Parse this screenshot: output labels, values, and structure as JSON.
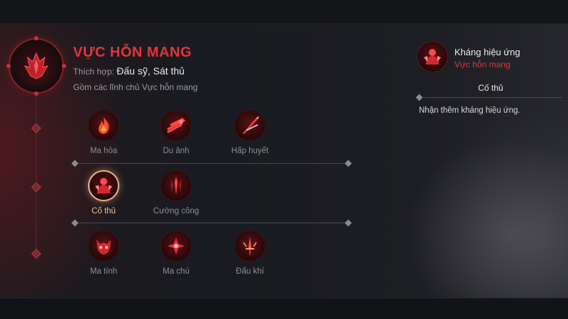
{
  "class_info": {
    "title": "VỰC HỖN MANG",
    "suitable_label": "Thích hợp:",
    "suitable_roles": "Đấu sỹ, Sát thủ",
    "description": "Gồm các lĩnh chủ Vực hỗn mang"
  },
  "skills": [
    [
      {
        "label": "Ma hỏa",
        "icon": "fire-icon"
      },
      {
        "label": "Du ảnh",
        "icon": "dash-icon"
      },
      {
        "label": "Hấp huyết",
        "icon": "blade-icon"
      }
    ],
    [
      {
        "label": "Cố thủ",
        "icon": "guardian-icon",
        "selected": true
      },
      {
        "label": "Cường công",
        "icon": "trident-icon"
      }
    ],
    [
      {
        "label": "Ma tính",
        "icon": "demon-icon"
      },
      {
        "label": "Ma chú",
        "icon": "sigil-icon"
      },
      {
        "label": "Đấu khí",
        "icon": "sword-icon"
      }
    ]
  ],
  "detail": {
    "name": "Kháng hiệu ứng",
    "subtitle": "Vực hỗn mang",
    "skill_title": "Cố thủ",
    "text": "Nhận thêm kháng hiệu ứng."
  },
  "colors": {
    "accent": "#e2343c",
    "selected": "#e8c49a"
  }
}
